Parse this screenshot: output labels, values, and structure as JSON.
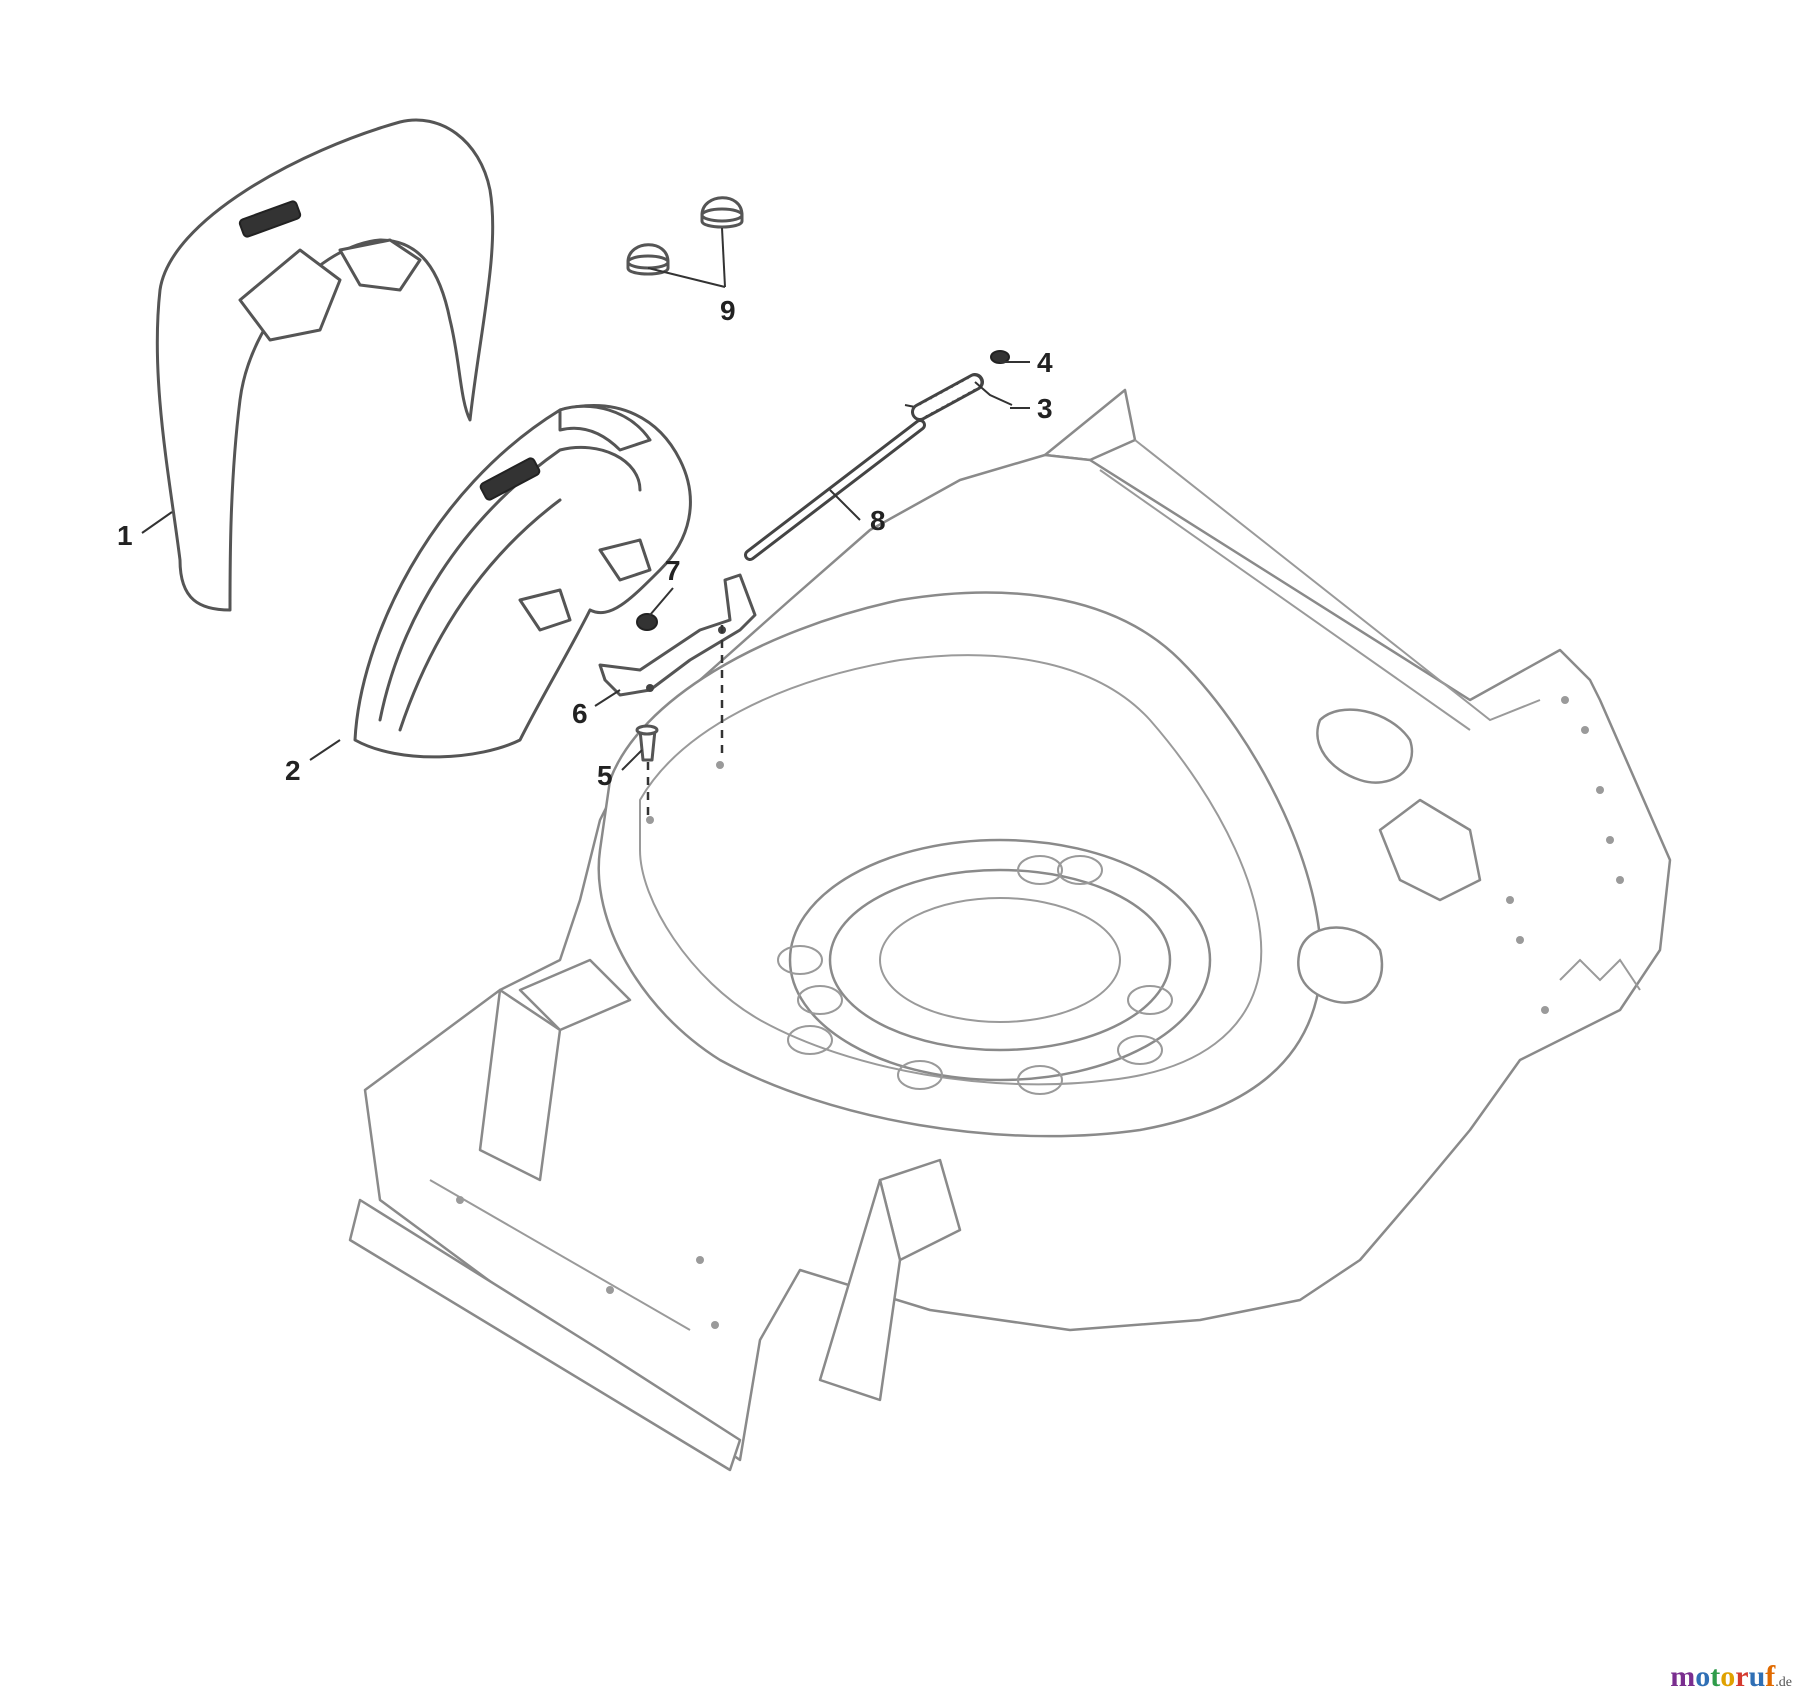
{
  "diagram": {
    "callouts": [
      {
        "id": "1",
        "label": "1"
      },
      {
        "id": "2",
        "label": "2"
      },
      {
        "id": "3",
        "label": "3"
      },
      {
        "id": "4",
        "label": "4"
      },
      {
        "id": "5",
        "label": "5"
      },
      {
        "id": "6",
        "label": "6"
      },
      {
        "id": "7",
        "label": "7"
      },
      {
        "id": "8",
        "label": "8"
      },
      {
        "id": "9",
        "label": "9"
      }
    ]
  },
  "watermark": {
    "letters": [
      "m",
      "o",
      "t",
      "o",
      "r",
      "u",
      "f"
    ],
    "colors": [
      "#7a2e8f",
      "#2f6fb5",
      "#2f9c4a",
      "#e0a100",
      "#d43a2f",
      "#2f6fb5",
      "#e06a00"
    ],
    "suffix": ".de"
  }
}
